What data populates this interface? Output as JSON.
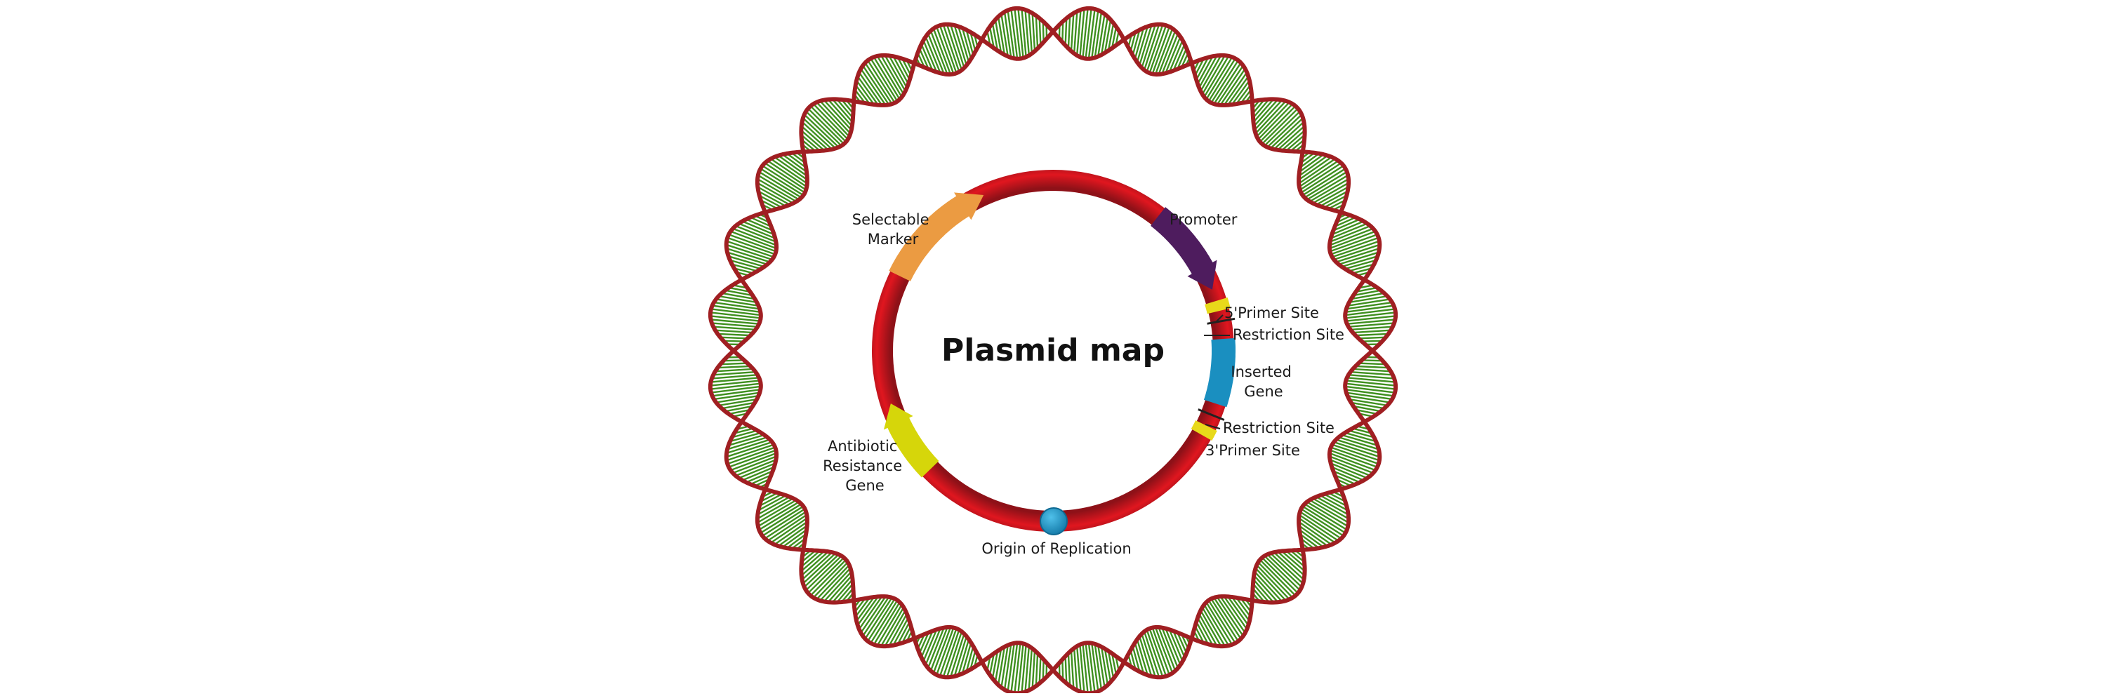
{
  "title": "Plasmid map",
  "labels": {
    "promoter": "Promoter",
    "primer5": "5'Primer Site",
    "restriction_top": "Restriction Site",
    "inserted_gene": [
      "Inserted",
      "Gene"
    ],
    "restriction_bottom": "Restriction Site",
    "primer3": "3'Primer Site",
    "origin": "Origin of Replication",
    "antibiotic": [
      "Antibiotic",
      "Resistance",
      "Gene"
    ],
    "selectable": [
      "Selectable",
      "Marker"
    ]
  },
  "colors": {
    "backbone": "#d0121e",
    "backbone_dark": "#7d1016",
    "helix_strand": "#a01f22",
    "helix_rungs": "#3e8f1e",
    "promoter": "#4e1c5e",
    "inserted_gene": "#1a8fc0",
    "origin": "#1a8fc0",
    "antibiotic": "#d6d60a",
    "selectable": "#eb9b42",
    "primer": "#e8d91a",
    "restriction": "#222222"
  }
}
